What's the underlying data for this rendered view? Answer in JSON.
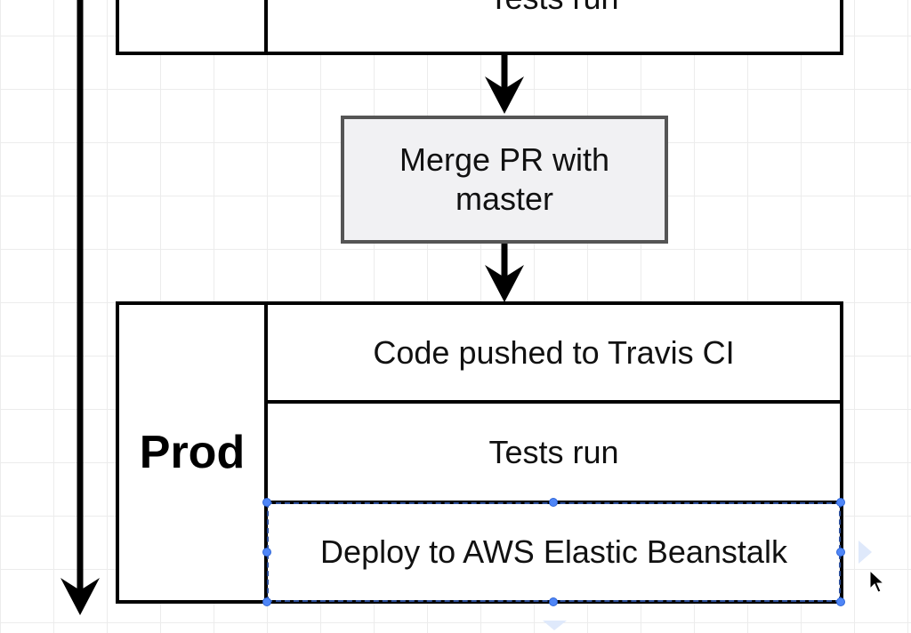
{
  "top_box": {
    "row_label": "Tests run"
  },
  "merge_step": {
    "label": "Merge PR with master"
  },
  "prod_box": {
    "section_label": "Prod",
    "rows": [
      "Code pushed to Travis CI",
      "Tests run",
      "Deploy to AWS Elastic Beanstalk"
    ]
  },
  "colors": {
    "stroke": "#000000",
    "merge_fill": "#f1f1f3",
    "merge_border": "#555555",
    "selection_handle": "#4f86f7",
    "grid": "#ececec"
  }
}
